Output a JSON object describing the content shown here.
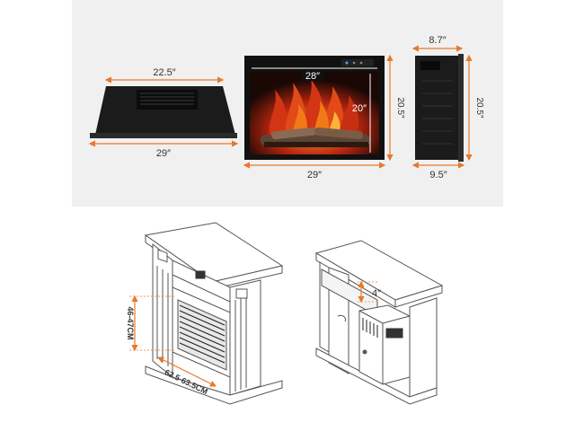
{
  "colors": {
    "accent": "#e8782a",
    "panel_bg": "#f0f0f0",
    "firebox_black": "#111111",
    "flame_red": "#d23414",
    "flame_orange": "#f07a1a",
    "line_gray": "#555555"
  },
  "top_view": {
    "depth_label": "22.5″",
    "width_label": "29″"
  },
  "front_view": {
    "inner_width_label": "28″",
    "inner_height_label": "20″",
    "height_label": "20.5″",
    "width_label": "29″"
  },
  "side_view": {
    "depth_top_label": "8.7″",
    "height_label": "20.5″",
    "depth_bottom_label": "9.5″"
  },
  "mantel_front": {
    "height_label": "46-47CM",
    "width_label": "62.5-63.5CM"
  },
  "mantel_back": {
    "clearance_label": "4″"
  }
}
